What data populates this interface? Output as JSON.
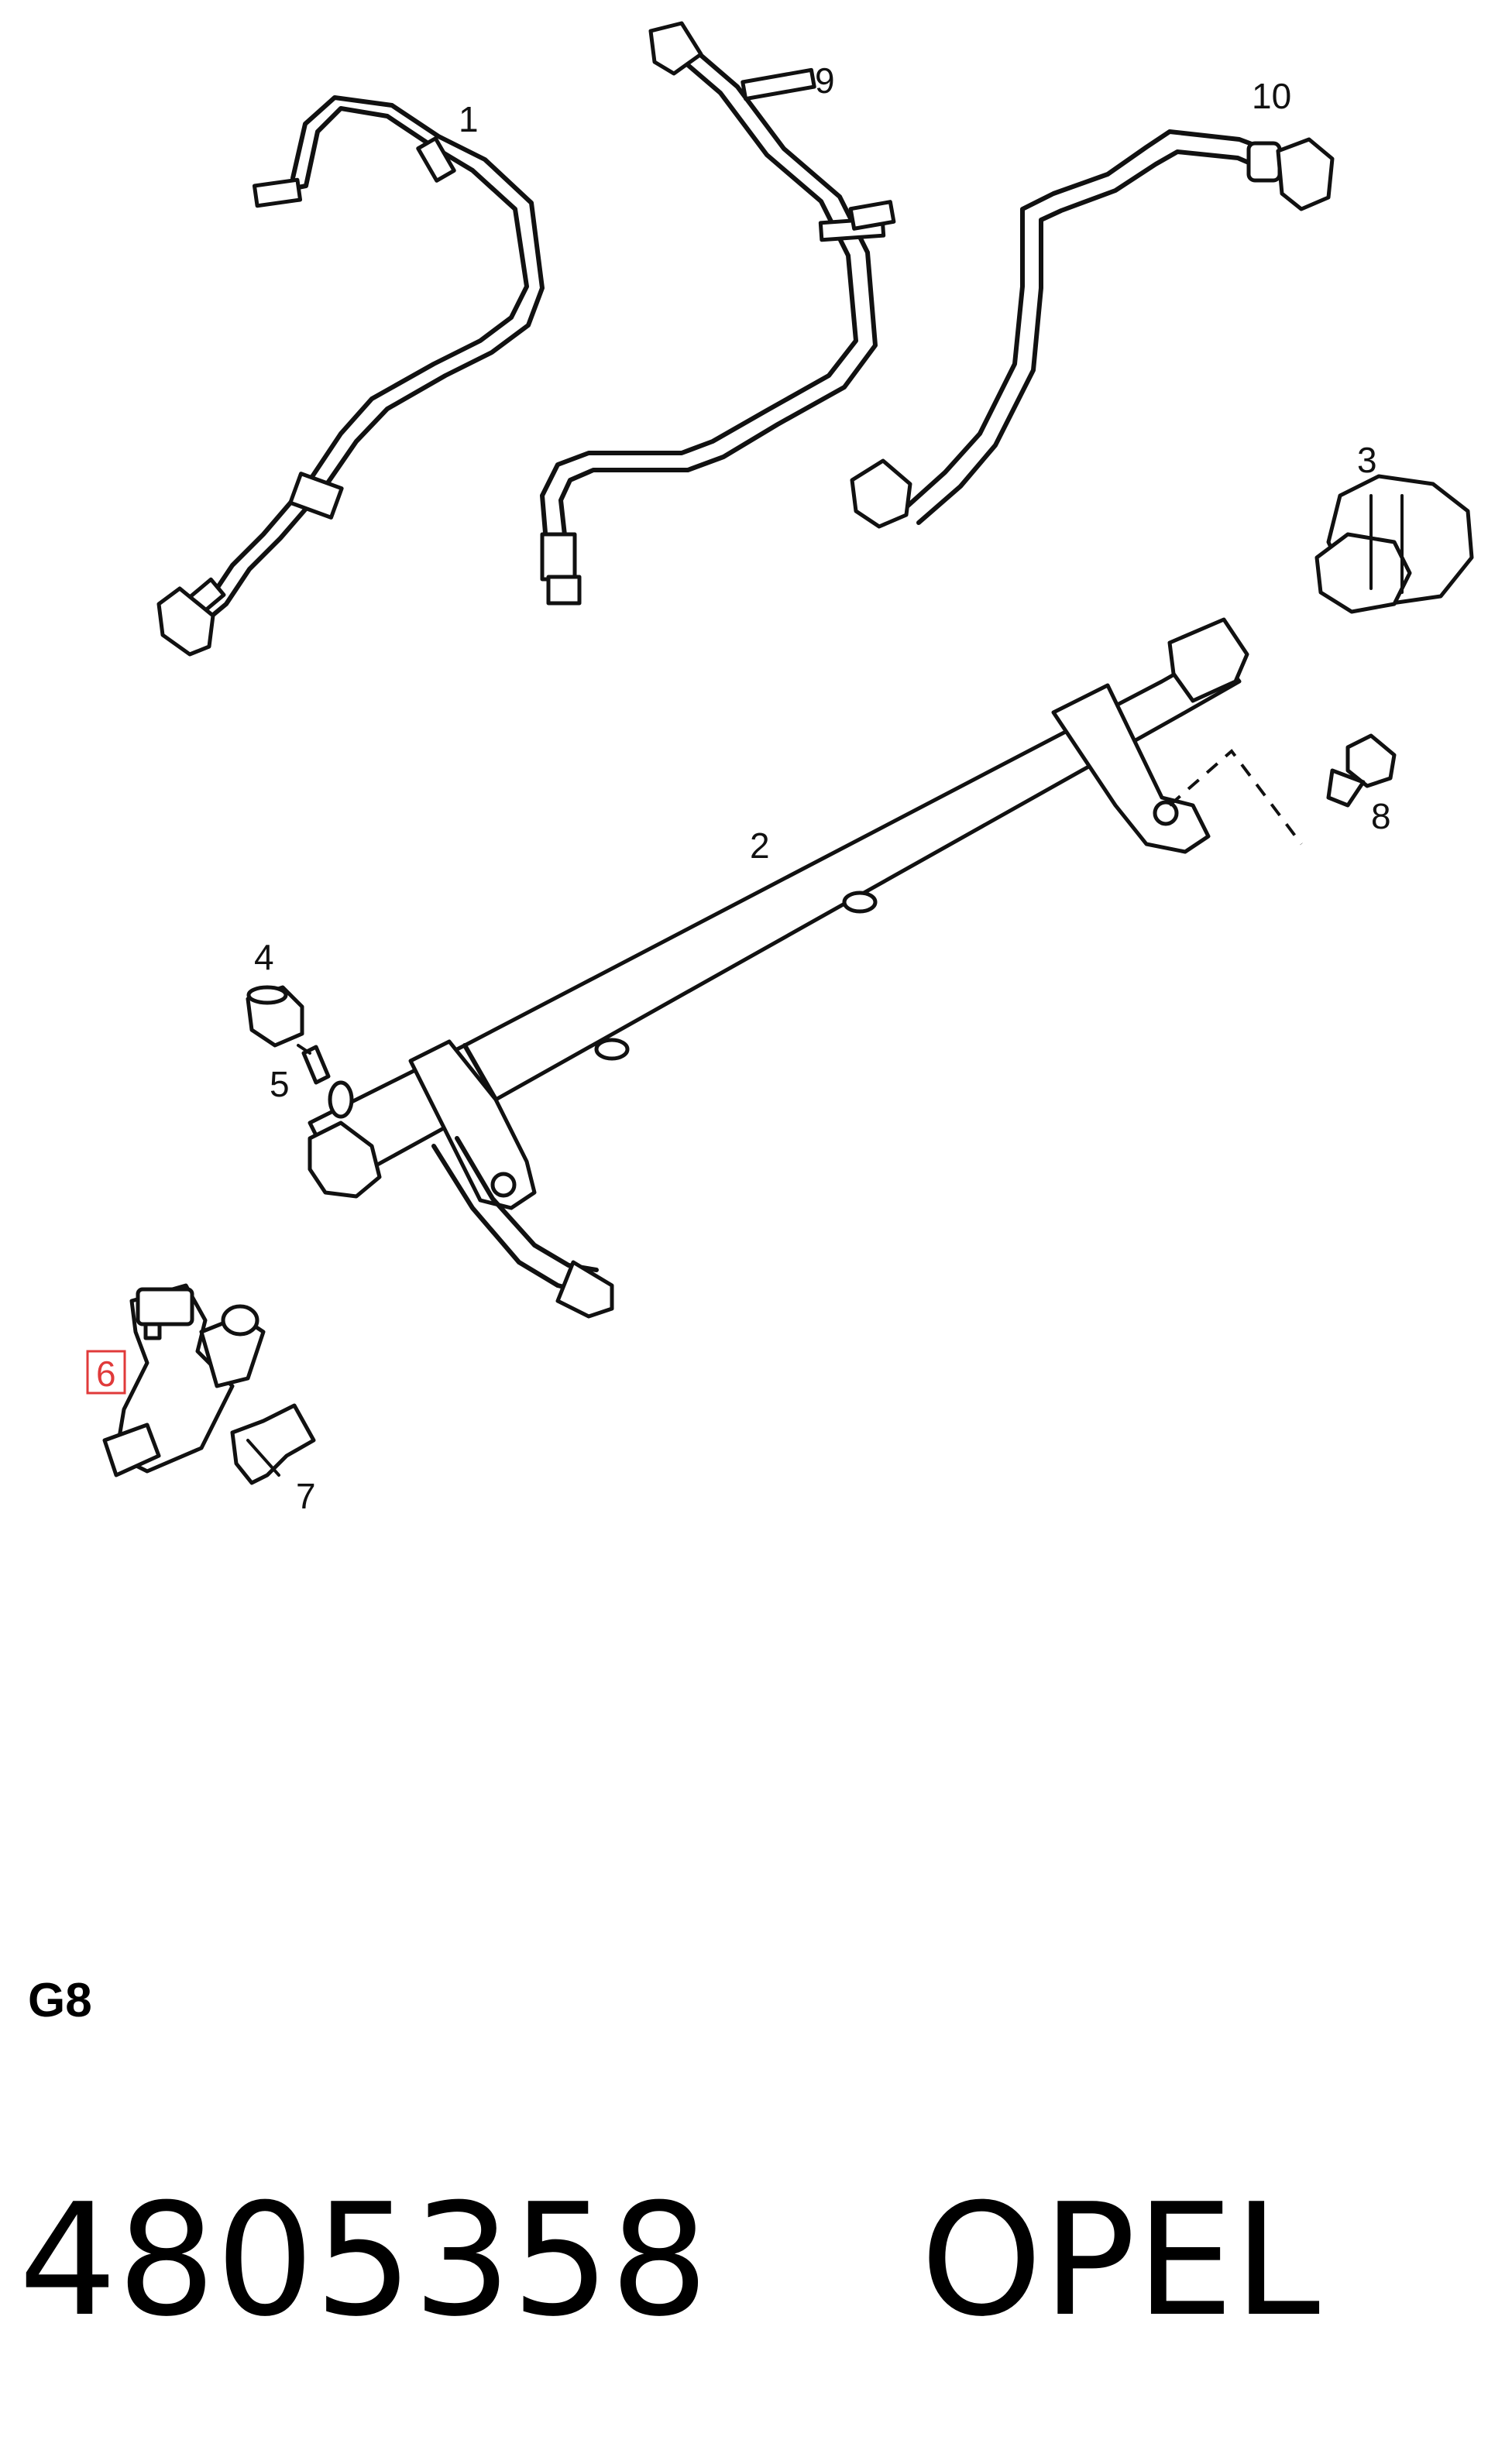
{
  "diagram": {
    "title": "",
    "highlight_color": "#e03a3a",
    "callouts": [
      {
        "id": "1",
        "text": "1",
        "highlighted": false
      },
      {
        "id": "2",
        "text": "2",
        "highlighted": false
      },
      {
        "id": "3",
        "text": "3",
        "highlighted": false
      },
      {
        "id": "4",
        "text": "4",
        "highlighted": false
      },
      {
        "id": "5",
        "text": "5",
        "highlighted": false
      },
      {
        "id": "6",
        "text": "6",
        "highlighted": true
      },
      {
        "id": "7",
        "text": "7",
        "highlighted": false
      },
      {
        "id": "8",
        "text": "8",
        "highlighted": false
      },
      {
        "id": "9",
        "text": "9",
        "highlighted": false
      },
      {
        "id": "10",
        "text": "10",
        "highlighted": false
      }
    ]
  },
  "code_label": "G8",
  "footer": {
    "part_number": "4805358",
    "brand": "OPEL"
  }
}
